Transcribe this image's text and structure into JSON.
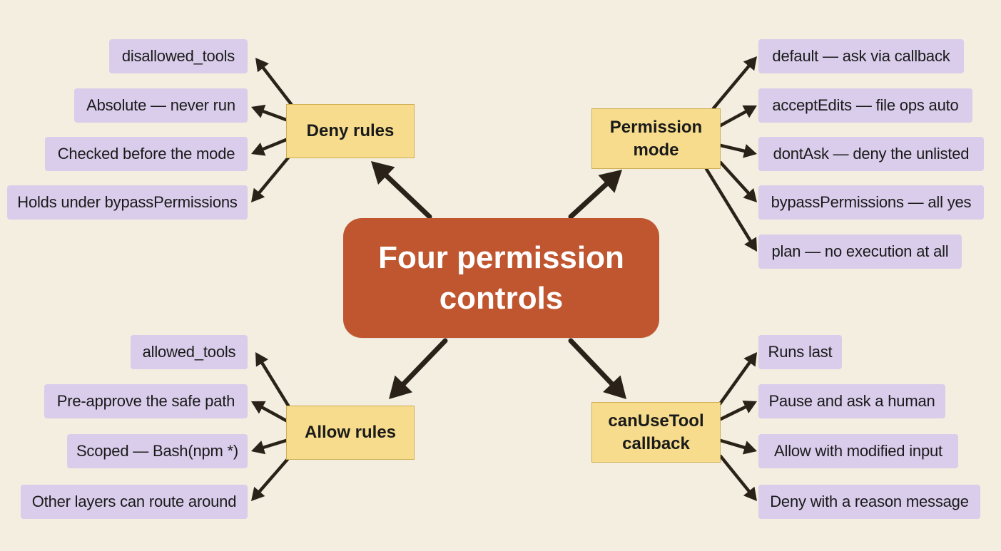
{
  "center": {
    "line1": "Four permission",
    "line2": "controls"
  },
  "deny": {
    "title": "Deny rules",
    "items": [
      "disallowed_tools",
      "Absolute — never run",
      "Checked before the mode",
      "Holds under bypassPermissions"
    ]
  },
  "mode": {
    "line1": "Permission",
    "line2": "mode",
    "items": [
      "default — ask via callback",
      "acceptEdits — file ops auto",
      "dontAsk — deny the unlisted",
      "bypassPermissions — all yes",
      "plan — no execution at all"
    ]
  },
  "allow": {
    "title": "Allow rules",
    "items": [
      "allowed_tools",
      "Pre-approve the safe path",
      "Scoped — Bash(npm *)",
      "Other layers can route around"
    ]
  },
  "callback": {
    "line1": "canUseTool",
    "line2": "callback",
    "items": [
      "Runs last",
      "Pause and ask a human",
      "Allow with modified input",
      "Deny with a reason message"
    ]
  },
  "colors": {
    "background": "#f3eee0",
    "center": "#c0562f",
    "hub": "#f6dc8c",
    "leaf": "#d9cdeb",
    "arrow": "#2a2118"
  }
}
